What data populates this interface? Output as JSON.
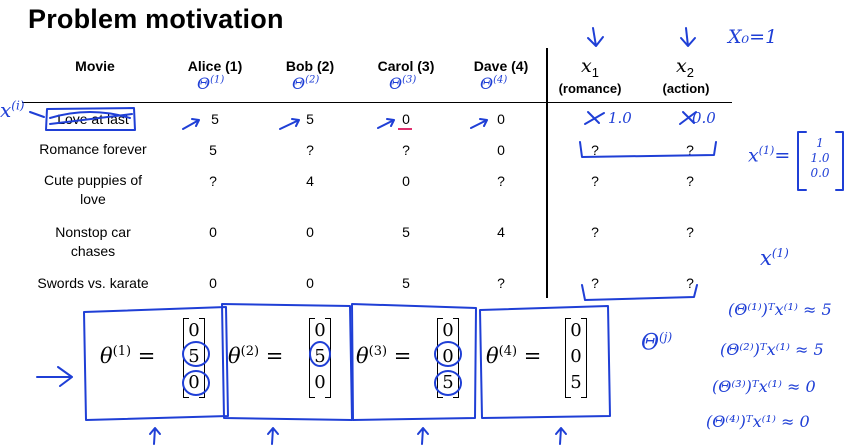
{
  "title": "Problem motivation",
  "headers": {
    "movie": "Movie",
    "alice": "Alice (1)",
    "bob": "Bob (2)",
    "carol": "Carol (3)",
    "dave": "Dave (4)",
    "x1": "x",
    "x1_sub": "1",
    "x1_label": "(romance)",
    "x2": "x",
    "x2_sub": "2",
    "x2_label": "(action)"
  },
  "rows": [
    {
      "movie": "Love at last",
      "alice": "5",
      "bob": "5",
      "carol": "0",
      "dave": "0",
      "x1": "1.0",
      "x2": "0.0"
    },
    {
      "movie": "Romance forever",
      "alice": "5",
      "bob": "?",
      "carol": "?",
      "dave": "0",
      "x1": "?",
      "x2": "?"
    },
    {
      "movie_l1": "Cute puppies of",
      "movie_l2": "love",
      "alice": "?",
      "bob": "4",
      "carol": "0",
      "dave": "?",
      "x1": "?",
      "x2": "?"
    },
    {
      "movie_l1": "Nonstop car",
      "movie_l2": "chases",
      "alice": "0",
      "bob": "0",
      "carol": "5",
      "dave": "4",
      "x1": "?",
      "x2": "?"
    },
    {
      "movie": "Swords vs. karate",
      "alice": "0",
      "bob": "0",
      "carol": "5",
      "dave": "?",
      "x1": "?",
      "x2": "?"
    }
  ],
  "thetas": [
    {
      "label": "θ",
      "sup": "(1)",
      "values": [
        "0",
        "5",
        "0"
      ]
    },
    {
      "label": "θ",
      "sup": "(2)",
      "values": [
        "0",
        "5",
        "0"
      ]
    },
    {
      "label": "θ",
      "sup": "(3)",
      "values": [
        "0",
        "0",
        "5"
      ]
    },
    {
      "label": "θ",
      "sup": "(4)",
      "values": [
        "0",
        "0",
        "5"
      ]
    }
  ],
  "annotations": {
    "x0": "X₀=1",
    "x_i": "x",
    "x_i_sup": "(i)",
    "theta_1": "Θ",
    "theta_1_sup": "(1)",
    "theta_2": "Θ",
    "theta_2_sup": "(2)",
    "theta_3": "Θ",
    "theta_3_sup": "(3)",
    "theta_4": "Θ",
    "theta_4_sup": "(4)",
    "x1_vec_lhs": "x",
    "x1_vec_sup": "(1)",
    "x1_vec_eq": "=",
    "x1_vec": [
      "1",
      "1.0",
      "0.0"
    ],
    "x1_label": "x",
    "x1_label_sup": "(1)",
    "theta_j": "Θ",
    "theta_j_sup": "(j)",
    "products": [
      "(Θ⁽¹⁾)ᵀx⁽¹⁾ ≈ 5",
      "(Θ⁽²⁾)ᵀx⁽¹⁾ ≈ 5",
      "(Θ⁽³⁾)ᵀx⁽¹⁾ ≈ 0",
      "(Θ⁽⁴⁾)ᵀx⁽¹⁾ ≈ 0"
    ]
  },
  "colors": {
    "ink": "#1f3fd6",
    "pink": "#e0306e",
    "text": "#000000"
  }
}
